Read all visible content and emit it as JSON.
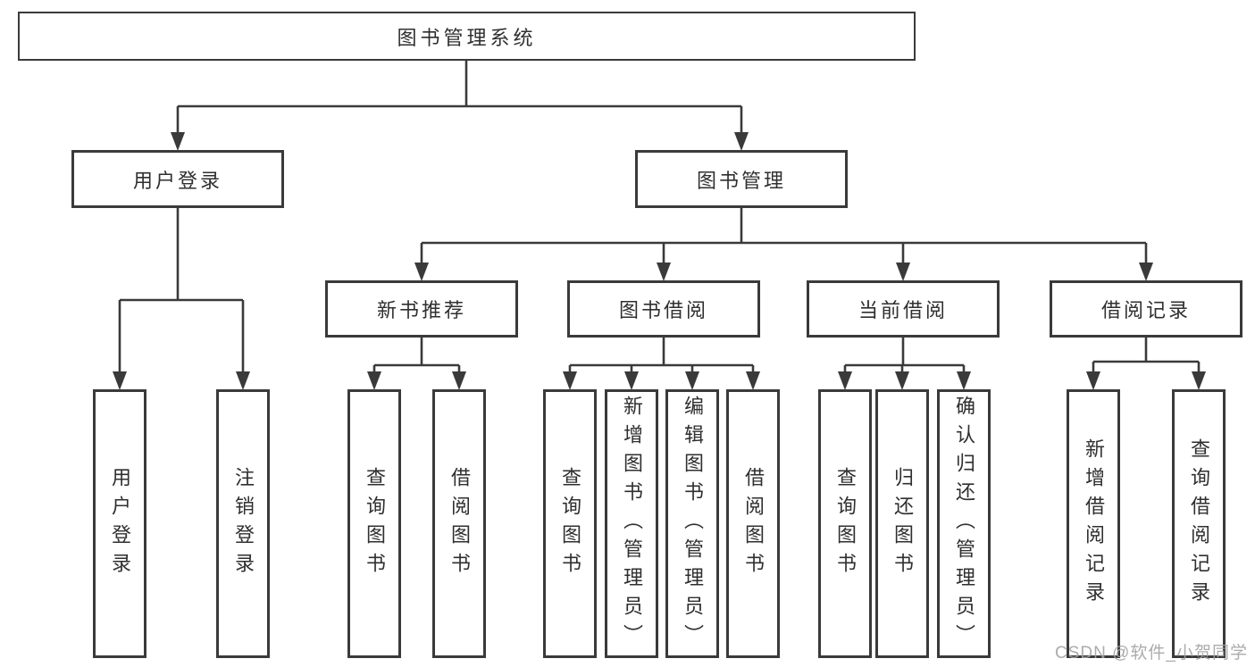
{
  "tree": {
    "label": "图书管理系统",
    "children": [
      {
        "label": "用户登录",
        "children": [
          {
            "label": "用户登录"
          },
          {
            "label": "注销登录"
          }
        ]
      },
      {
        "label": "图书管理",
        "children": [
          {
            "label": "新书推荐",
            "children": [
              {
                "label": "查询图书"
              },
              {
                "label": "借阅图书"
              }
            ]
          },
          {
            "label": "图书借阅",
            "children": [
              {
                "label": "查询图书"
              },
              {
                "label": "新增图书（管理员）"
              },
              {
                "label": "编辑图书（管理员）"
              },
              {
                "label": "借阅图书"
              }
            ]
          },
          {
            "label": "当前借阅",
            "children": [
              {
                "label": "查询图书"
              },
              {
                "label": "归还图书"
              },
              {
                "label": "确认归还（管理员）"
              }
            ]
          },
          {
            "label": "借阅记录",
            "children": [
              {
                "label": "新增借阅记录"
              },
              {
                "label": "查询借阅记录"
              }
            ]
          }
        ]
      }
    ]
  },
  "watermark": "CSDN @软件_小贺同学",
  "colors": {
    "line": "#3a3a3a",
    "border": "#3a3a3a",
    "text": "#2f2f2f",
    "watermark": "#a3a3a3",
    "background": "#ffffff"
  }
}
